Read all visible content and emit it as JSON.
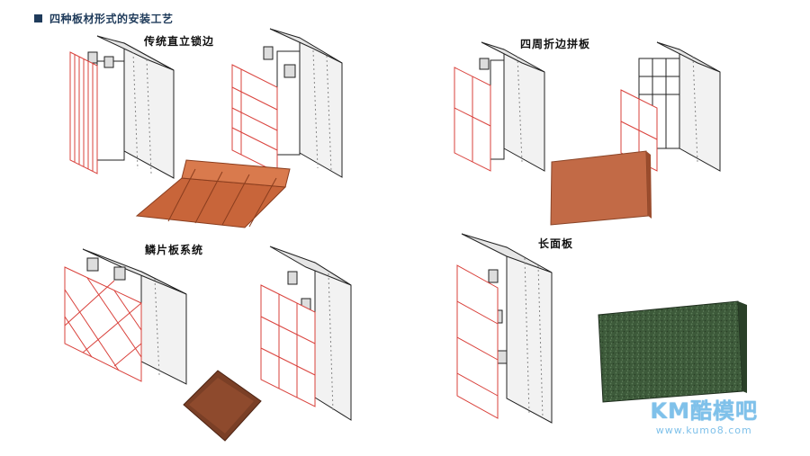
{
  "header": {
    "title": "四种板材形式的安装工艺"
  },
  "sections": {
    "standing_seam": {
      "label": "传统直立锁边"
    },
    "folded_panel": {
      "label": "四周折边拼板"
    },
    "scale_panel": {
      "label": "鳞片板系统"
    },
    "long_panel": {
      "label": "长面板"
    }
  },
  "watermark": {
    "text": "KM酷模吧",
    "url": "www.kumo8.com"
  },
  "colors": {
    "panel_line": "#d9413b",
    "outline": "#222222",
    "copper": "#c8653a",
    "terracotta": "#c26a46",
    "bronze": "#7a3f26",
    "green_stone": "#3d5a3a",
    "header": "#1f3b5b",
    "watermark": "#7fc1ea"
  }
}
